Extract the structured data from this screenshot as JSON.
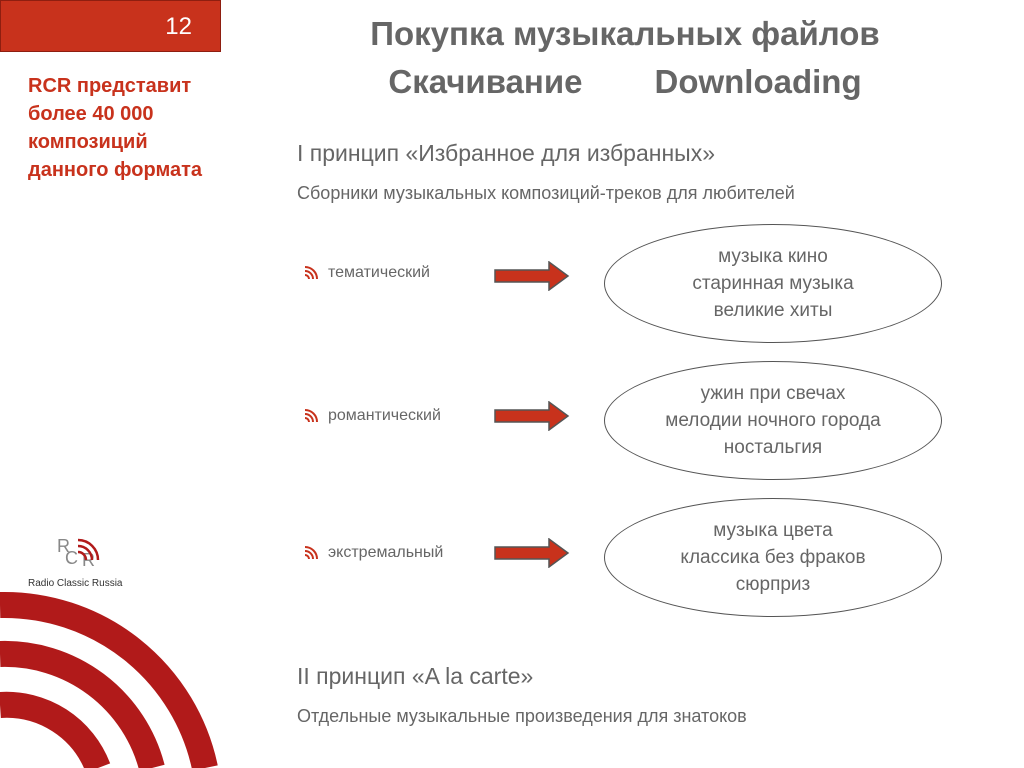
{
  "slide_number": "12",
  "left_text": [
    "RCR представит",
    "более 40 000",
    "композиций",
    "данного формата"
  ],
  "title": {
    "line1": "Покупка музыкальных файлов",
    "line2_ru": "Скачивание",
    "line2_en": "Downloading"
  },
  "principle1": {
    "heading": "I принцип «Избранное для избранных»",
    "subtitle": "Сборники музыкальных композиций-треков для любителей"
  },
  "categories": [
    {
      "label": "тематический",
      "items": [
        "музыка кино",
        "старинная музыка",
        "великие хиты"
      ]
    },
    {
      "label": "романтический",
      "items": [
        "ужин при свечах",
        "мелодии ночного города",
        "ностальгия"
      ]
    },
    {
      "label": "экстремальный",
      "items": [
        "музыка цвета",
        "классика без фраков",
        "сюрприз"
      ]
    }
  ],
  "principle2": {
    "heading": "II принцип «A la carte»",
    "subtitle": "Отдельные музыкальные произведения для знатоков"
  },
  "logo": {
    "letters": [
      "R",
      "C",
      "R"
    ],
    "name": "Radio Classic Russia"
  },
  "colors": {
    "accent": "#c8321c",
    "text_gray": "#666666",
    "wave_red": "#b11a1a"
  },
  "icons": {
    "bullet": "radio-waves-icon",
    "arrow": "right-arrow-icon",
    "logo_waves": "radio-waves-icon"
  }
}
